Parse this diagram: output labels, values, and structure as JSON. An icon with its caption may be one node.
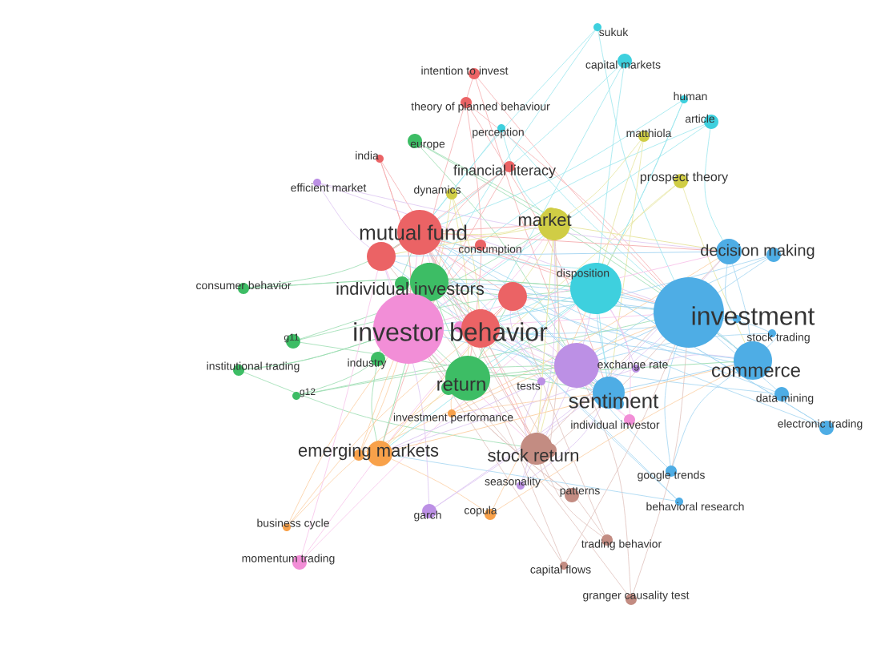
{
  "diagram": {
    "labels": [
      "sukuk",
      "intention to invest",
      "capital markets",
      "human",
      "theory of planned behaviour",
      "article",
      "perception",
      "matthiola",
      "europe",
      "india",
      "financial literacy",
      "prospect theory",
      "efficient market",
      "dynamics",
      "market",
      "mutual fund",
      "consumption",
      "decision making",
      "disposition",
      "consumer behavior",
      "individual investors",
      "investment",
      "investor behavior",
      "g11",
      "stock trading",
      "institutional trading",
      "industry",
      "exchange rate",
      "commerce",
      "return",
      "tests",
      "sentiment",
      "data mining",
      "g12",
      "individual investor",
      "electronic trading",
      "investment performance",
      "emerging markets",
      "stock return",
      "seasonality",
      "google trends",
      "patterns",
      "behavioral research",
      "copula",
      "garch",
      "business cycle",
      "trading behavior",
      "momentum trading",
      "capital flows",
      "granger causality test"
    ]
  }
}
